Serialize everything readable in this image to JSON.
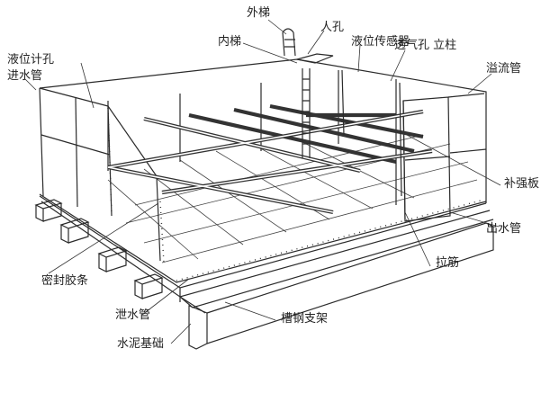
{
  "labels": {
    "outer_ladder": "外梯",
    "manhole": "人孔",
    "inner_ladder": "内梯",
    "level_sensor": "液位传感器",
    "vent_post": "透气孔 立柱",
    "overflow": "溢流管",
    "level_gauge": "液位计孔",
    "inlet": "进水管",
    "stiffener": "补强板",
    "outlet": "出水管",
    "tie_rod": "拉筋",
    "sealant": "密封胶条",
    "drain": "泄水管",
    "channel_frame": "槽钢支架",
    "concrete_base": "水泥基础"
  }
}
